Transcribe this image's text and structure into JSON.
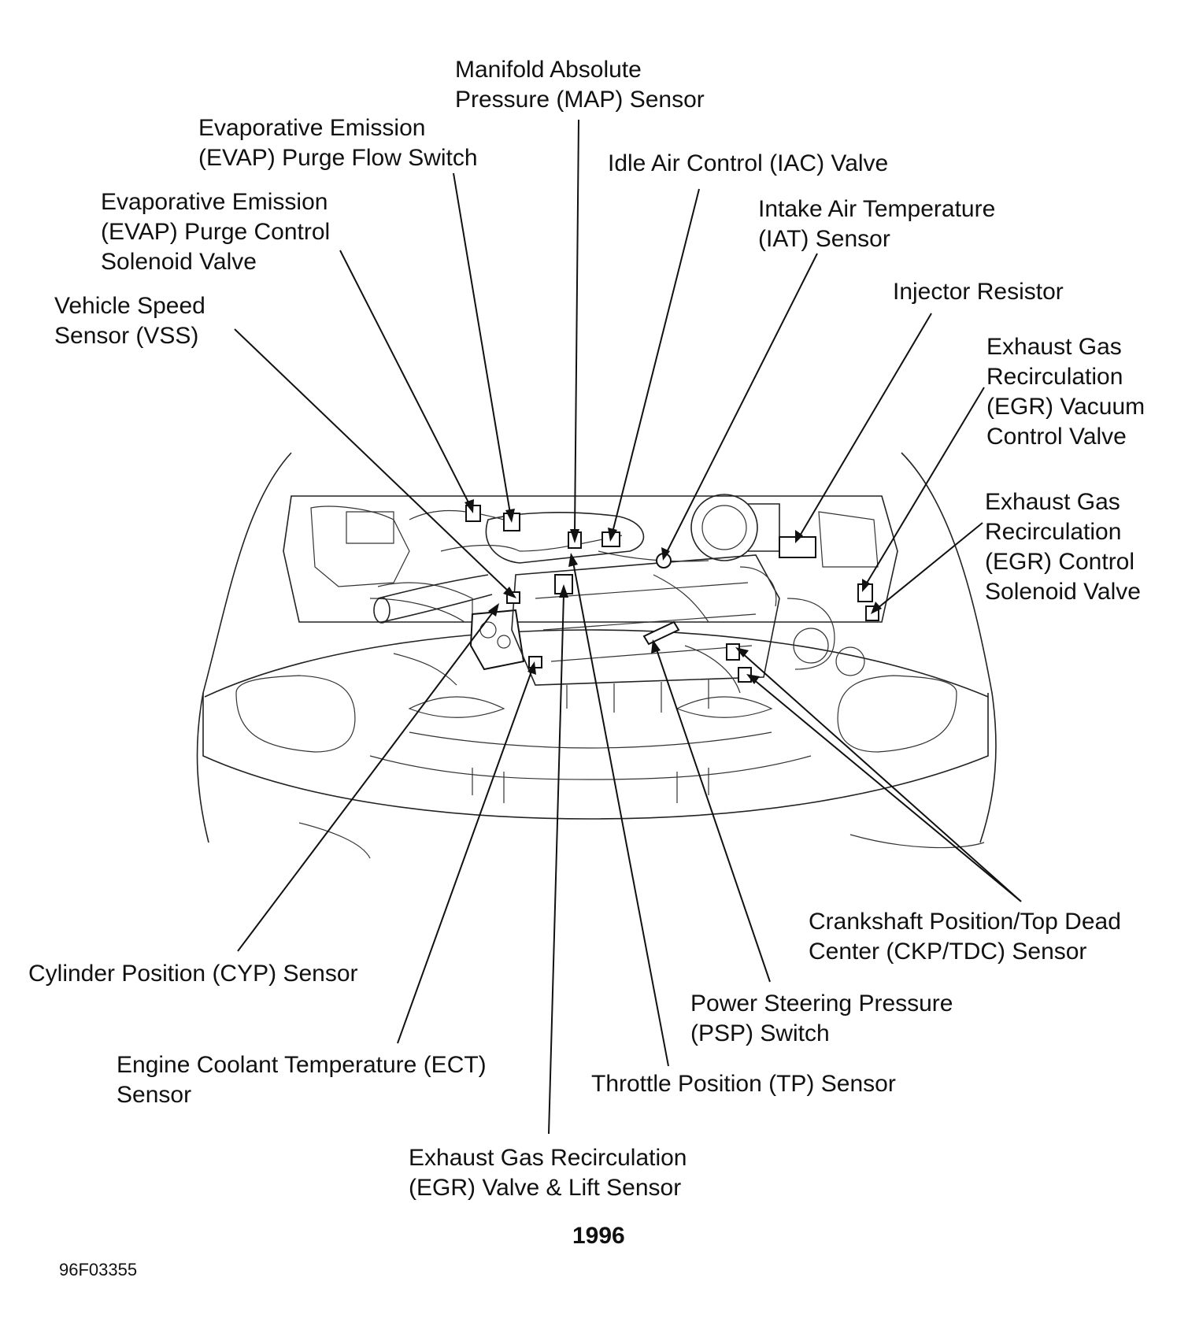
{
  "labels": {
    "map": [
      "Manifold Absolute",
      "Pressure (MAP) Sensor"
    ],
    "evap_flow": [
      "Evaporative Emission",
      "(EVAP) Purge Flow Switch"
    ],
    "iac": [
      "Idle Air Control (IAC) Valve"
    ],
    "evap_control": [
      "Evaporative Emission",
      "(EVAP) Purge Control",
      "Solenoid Valve"
    ],
    "iat": [
      "Intake Air Temperature",
      "(IAT) Sensor"
    ],
    "injector": [
      "Injector Resistor"
    ],
    "vss": [
      "Vehicle Speed",
      "Sensor (VSS)"
    ],
    "egr_vacuum": [
      "Exhaust Gas",
      "Recirculation",
      "(EGR) Vacuum",
      "Control Valve"
    ],
    "egr_solenoid": [
      "Exhaust Gas",
      "Recirculation",
      "(EGR) Control",
      "Solenoid Valve"
    ],
    "ckp": [
      "Crankshaft Position/Top Dead",
      "Center (CKP/TDC) Sensor"
    ],
    "cyp": [
      "Cylinder Position (CYP) Sensor"
    ],
    "psp": [
      "Power Steering Pressure",
      "(PSP) Switch"
    ],
    "ect": [
      "Engine Coolant Temperature (ECT)",
      "Sensor"
    ],
    "tp": [
      "Throttle Position (TP) Sensor"
    ],
    "egr_valve": [
      "Exhaust Gas Recirculation",
      "(EGR) Valve & Lift Sensor"
    ]
  },
  "year": "1996",
  "figure_code": "96F03355"
}
